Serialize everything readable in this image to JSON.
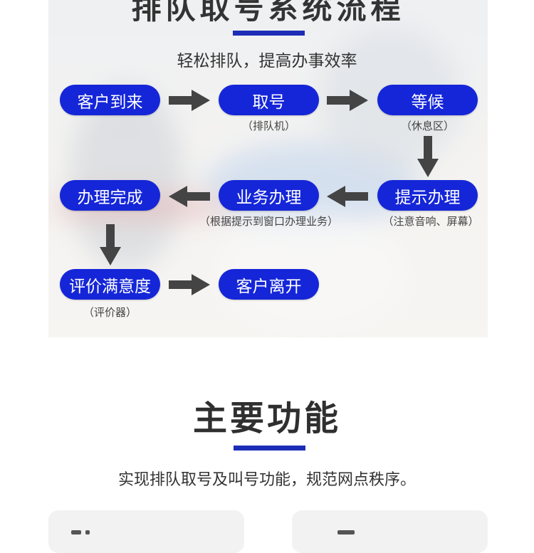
{
  "hero": {
    "title": "排队取号系统流程",
    "subtitle": "轻松排队，提高办事效率",
    "accent_color": "#1e2db7",
    "pill_color": "#1526d8"
  },
  "flow": {
    "steps": [
      {
        "label": "客户到来",
        "note": ""
      },
      {
        "label": "取号",
        "note": "（排队机）"
      },
      {
        "label": "等候",
        "note": "（休息区）"
      },
      {
        "label": "提示办理",
        "note": "（注意音响、屏幕）"
      },
      {
        "label": "业务办理",
        "note": "（根据提示到窗口办理业务）"
      },
      {
        "label": "办理完成",
        "note": ""
      },
      {
        "label": "评价满意度",
        "note": "（评价器）"
      },
      {
        "label": "客户离开",
        "note": ""
      }
    ],
    "arrow_icons": [
      "arrow-right-icon",
      "arrow-right-icon",
      "arrow-down-icon",
      "arrow-left-icon",
      "arrow-left-icon",
      "arrow-down-icon",
      "arrow-right-icon"
    ]
  },
  "features": {
    "title": "主要功能",
    "description": "实现排队取号及叫号功能，规范网点秩序。"
  }
}
